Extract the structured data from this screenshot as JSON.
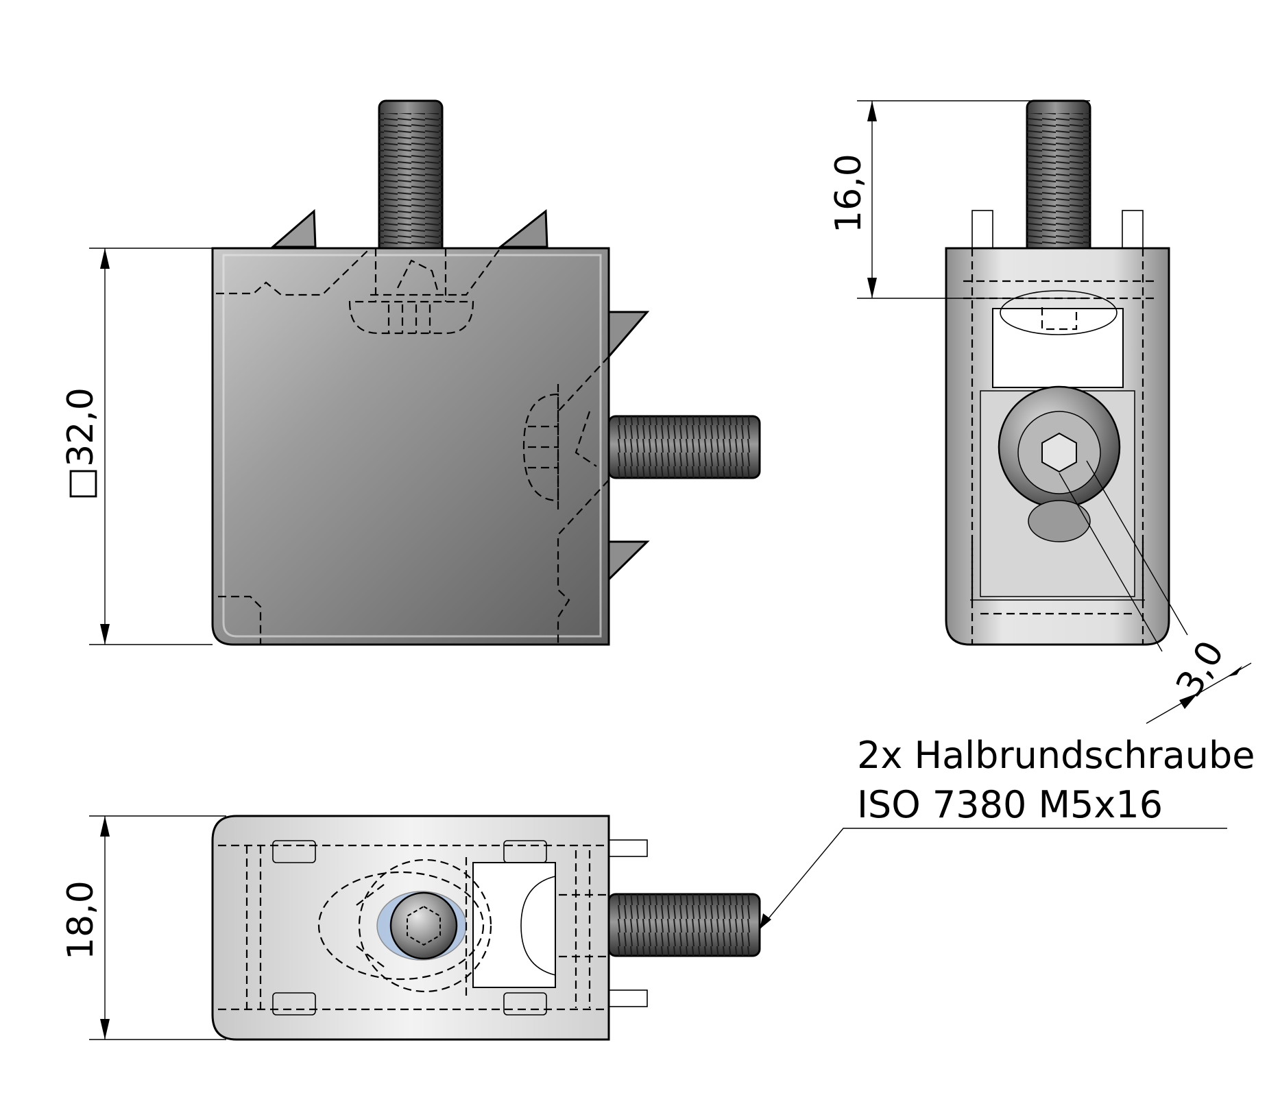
{
  "dimensions": {
    "front_square": "□32,0",
    "side_height": "16,0",
    "side_slot": "3,0",
    "top_width": "18,0"
  },
  "note": {
    "line1": "2x Halbrundschraube",
    "line2": "ISO 7380 M5x16"
  }
}
